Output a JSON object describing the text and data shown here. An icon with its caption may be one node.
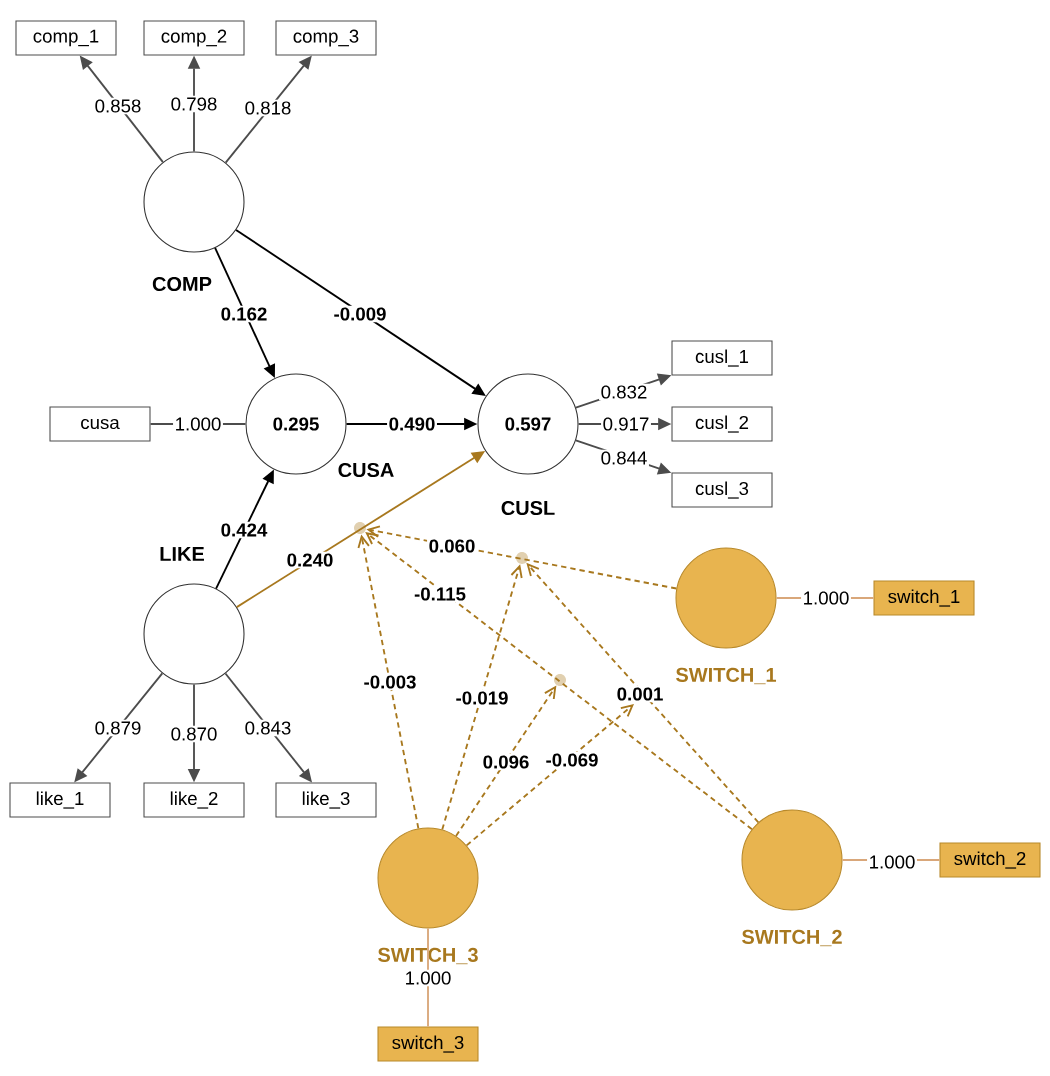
{
  "diagram": {
    "nodes": [
      {
        "text": [
          "comp_1"
        ]
      },
      {
        "text": [
          "comp_2"
        ]
      },
      {
        "text": [
          "comp_3"
        ]
      },
      {
        "text": [
          "COMP"
        ]
      },
      {
        "text": [
          "cusa"
        ]
      },
      {
        "text": [
          "0.295",
          "CUSA"
        ]
      },
      {
        "text": [
          "0.597",
          "CUSL"
        ]
      },
      {
        "text": [
          "cusl_1"
        ]
      },
      {
        "text": [
          "cusl_2"
        ]
      },
      {
        "text": [
          "cusl_3"
        ]
      },
      {
        "text": [
          "LIKE"
        ]
      },
      {
        "text": [],
        "shape": "circle"
      },
      {
        "text": [],
        "shape": "circle"
      },
      {
        "text": [
          "SWITCH_1"
        ]
      },
      {
        "text": [
          "switch_1"
        ]
      },
      {
        "text": [],
        "shape": "circle"
      },
      {
        "text": [
          "like_1"
        ]
      },
      {
        "text": [
          "like_2"
        ]
      },
      {
        "text": [
          "like_3"
        ]
      },
      {
        "text": [
          "SWITCH_3"
        ]
      },
      {
        "text": [
          "SWITCH_2"
        ]
      },
      {
        "text": [
          "switch_2"
        ]
      },
      {
        "text": [
          "switch_3"
        ]
      }
    ],
    "edges": [
      {
        "from": 3,
        "to": 0,
        "arrow": "to",
        "label": "0.858"
      },
      {
        "from": 3,
        "to": 1,
        "arrow": "to",
        "label": "0.798"
      },
      {
        "from": 3,
        "to": 2,
        "arrow": "to",
        "label": "0.818"
      },
      {
        "from": 3,
        "to": 5,
        "arrow": "to",
        "label": "0.162"
      },
      {
        "from": 3,
        "to": 6,
        "arrow": "to",
        "label": "-0.009"
      },
      {
        "from": 4,
        "to": 5,
        "arrow": "none",
        "label": "1.000"
      },
      {
        "from": 5,
        "to": 6,
        "arrow": "to",
        "label": "0.490"
      },
      {
        "from": 6,
        "to": 7,
        "arrow": "to",
        "label": "0.832"
      },
      {
        "from": 6,
        "to": 8,
        "arrow": "to",
        "label": "0.917"
      },
      {
        "from": 6,
        "to": 9,
        "arrow": "to",
        "label": "0.844"
      },
      {
        "from": 10,
        "to": 5,
        "arrow": "to",
        "label": "0.424"
      },
      {
        "from": 10,
        "to": 6,
        "arrow": "to",
        "label": "0.240",
        "color": "#a8781e"
      },
      {
        "from": 10,
        "to": 16,
        "arrow": "to",
        "label": "0.879"
      },
      {
        "from": 10,
        "to": 17,
        "arrow": "to",
        "label": "0.870"
      },
      {
        "from": 10,
        "to": 18,
        "arrow": "to",
        "label": "0.843"
      },
      {
        "from": 13,
        "to": 14,
        "arrow": "none",
        "label": "1.000",
        "color": "#d9a77a"
      },
      {
        "from": 20,
        "to": 21,
        "arrow": "none",
        "label": "1.000",
        "color": "#d9a77a"
      },
      {
        "from": 19,
        "to": 22,
        "arrow": "none",
        "label": "1.000",
        "color": "#d9a77a"
      },
      {
        "from": 13,
        "to": 11,
        "arrow": "to",
        "label": "0.060",
        "style": "dashed",
        "color": "#a8781e"
      },
      {
        "from": 20,
        "to": 11,
        "arrow": "to",
        "label": "-0.115",
        "style": "dashed",
        "color": "#a8781e"
      },
      {
        "from": 19,
        "to": 11,
        "arrow": "to",
        "label": "-0.003",
        "style": "dashed",
        "color": "#a8781e"
      },
      {
        "from": 19,
        "to": 12,
        "arrow": "to",
        "label": "-0.019",
        "style": "dashed",
        "color": "#a8781e"
      },
      {
        "from": 20,
        "to": 12,
        "arrow": "to",
        "label": "0.001",
        "style": "dashed",
        "color": "#a8781e"
      },
      {
        "from": 19,
        "to": 15,
        "arrow": "to",
        "label": "0.096",
        "style": "dashed",
        "color": "#a8781e"
      },
      {
        "from": 19,
        "to": null,
        "arrow": "to",
        "label": "-0.069",
        "style": "dashed",
        "color": "#a8781e"
      }
    ]
  }
}
